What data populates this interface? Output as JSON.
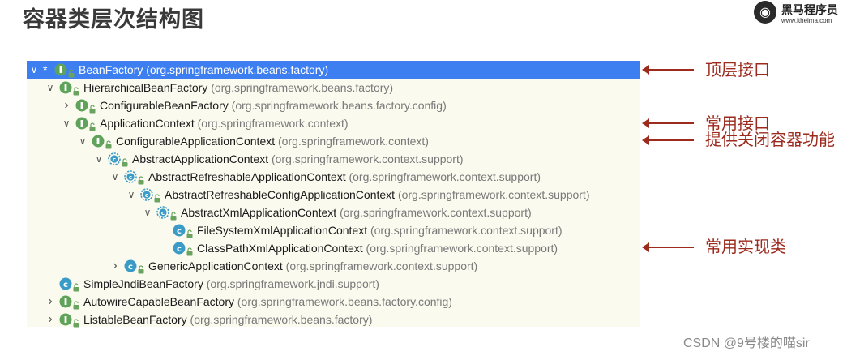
{
  "page": {
    "title": "容器类层次结构图"
  },
  "logo": {
    "name": "黑马程序员",
    "url": "www.itheima.com"
  },
  "tree": {
    "rows": [
      {
        "name": "BeanFactory",
        "pkg": "(org.springframework.beans.factory)",
        "kind": "interface",
        "toggle": "expanded",
        "star": true,
        "selected": true
      },
      {
        "name": "HierarchicalBeanFactory",
        "pkg": "(org.springframework.beans.factory)",
        "kind": "interface",
        "toggle": "expanded"
      },
      {
        "name": "ConfigurableBeanFactory",
        "pkg": "(org.springframework.beans.factory.config)",
        "kind": "interface",
        "toggle": "collapsed"
      },
      {
        "name": "ApplicationContext",
        "pkg": "(org.springframework.context)",
        "kind": "interface",
        "toggle": "expanded"
      },
      {
        "name": "ConfigurableApplicationContext",
        "pkg": "(org.springframework.context)",
        "kind": "interface",
        "toggle": "expanded"
      },
      {
        "name": "AbstractApplicationContext",
        "pkg": "(org.springframework.context.support)",
        "kind": "abstract-class",
        "toggle": "expanded"
      },
      {
        "name": "AbstractRefreshableApplicationContext",
        "pkg": "(org.springframework.context.support)",
        "kind": "abstract-class",
        "toggle": "expanded"
      },
      {
        "name": "AbstractRefreshableConfigApplicationContext",
        "pkg": "(org.springframework.context.support)",
        "kind": "abstract-class",
        "toggle": "expanded"
      },
      {
        "name": "AbstractXmlApplicationContext",
        "pkg": "(org.springframework.context.support)",
        "kind": "abstract-class",
        "toggle": "expanded"
      },
      {
        "name": "FileSystemXmlApplicationContext",
        "pkg": "(org.springframework.context.support)",
        "kind": "class",
        "toggle": "none"
      },
      {
        "name": "ClassPathXmlApplicationContext",
        "pkg": "(org.springframework.context.support)",
        "kind": "class",
        "toggle": "none"
      },
      {
        "name": "GenericApplicationContext",
        "pkg": "(org.springframework.context.support)",
        "kind": "class",
        "toggle": "collapsed"
      },
      {
        "name": "SimpleJndiBeanFactory",
        "pkg": "(org.springframework.jndi.support)",
        "kind": "class",
        "toggle": "none"
      },
      {
        "name": "AutowireCapableBeanFactory",
        "pkg": "(org.springframework.beans.factory.config)",
        "kind": "interface",
        "toggle": "collapsed"
      },
      {
        "name": "ListableBeanFactory",
        "pkg": "(org.springframework.beans.factory)",
        "kind": "interface",
        "toggle": "collapsed"
      }
    ]
  },
  "annotations": {
    "top_level": "顶层接口",
    "common_interface": "常用接口",
    "close_capability": "提供关闭容器功能",
    "common_impl": "常用实现类"
  },
  "colors": {
    "selection": "#3d7ef1",
    "tree_background": "#fbfaef",
    "annotation": "#9c2a1d",
    "interface_icon": "#5fa35a",
    "class_icon": "#3b9bc7"
  },
  "icons": {
    "expanded": "chevron-down-icon",
    "collapsed": "chevron-right-icon",
    "interface": "interface-icon",
    "class": "class-icon",
    "abstract-class": "abstract-class-icon",
    "visibility": "public-lock-icon"
  },
  "watermark": "CSDN @9号楼的喵sir"
}
